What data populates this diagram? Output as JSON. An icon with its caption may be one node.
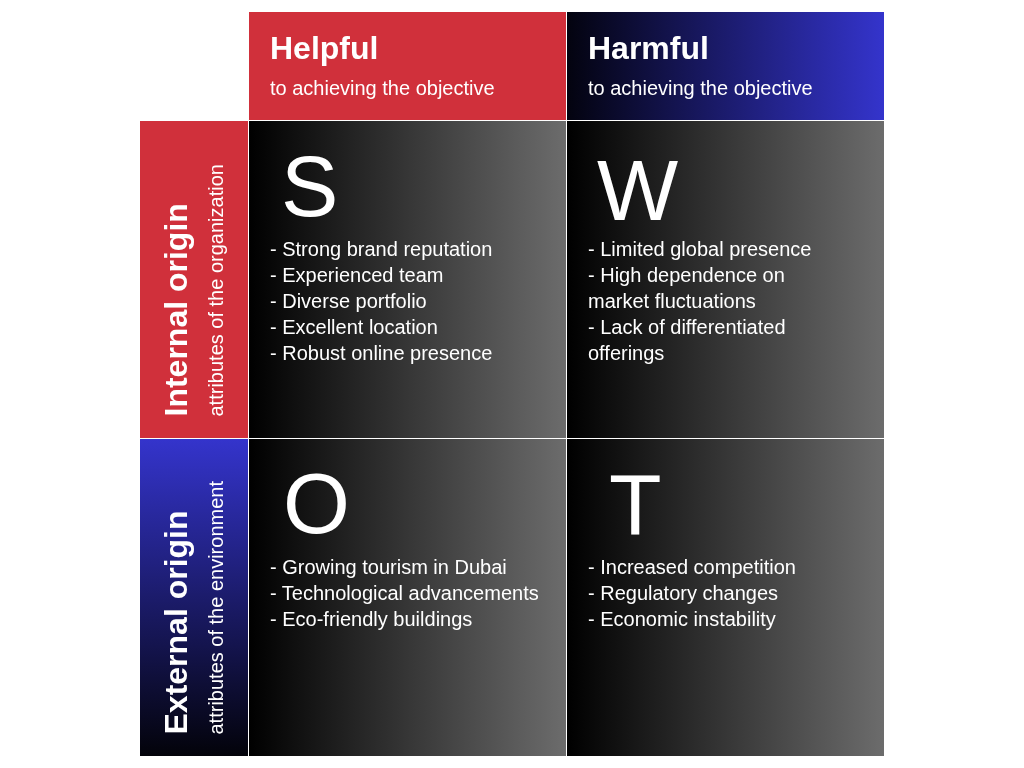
{
  "diagram": {
    "nodes": [
      {
        "text": [
          "Helpful",
          "to achieving the objective"
        ]
      },
      {
        "text": [
          "Harmful",
          "to achieving the objective"
        ]
      },
      {
        "text": [
          "Internal origin",
          "attributes of the organization"
        ]
      },
      {
        "text": [
          "S",
          "- Strong brand reputation",
          "- Experienced team",
          "- Diverse portfolio",
          "- Excellent location",
          "- Robust online presence"
        ]
      },
      {
        "text": [
          "W",
          "- Limited global presence",
          "- High dependence on market fluctuations",
          "- Lack of differentiated offerings"
        ]
      },
      {
        "text": [
          "External origin",
          "attributes of the environment"
        ]
      },
      {
        "text": [
          "O",
          "- Growing tourism in Dubai",
          "- Technological advancements",
          "- Eco-friendly buildings"
        ]
      },
      {
        "text": [
          "T",
          "- Increased competition",
          "- Regulatory changes",
          "- Economic instability"
        ]
      }
    ]
  }
}
